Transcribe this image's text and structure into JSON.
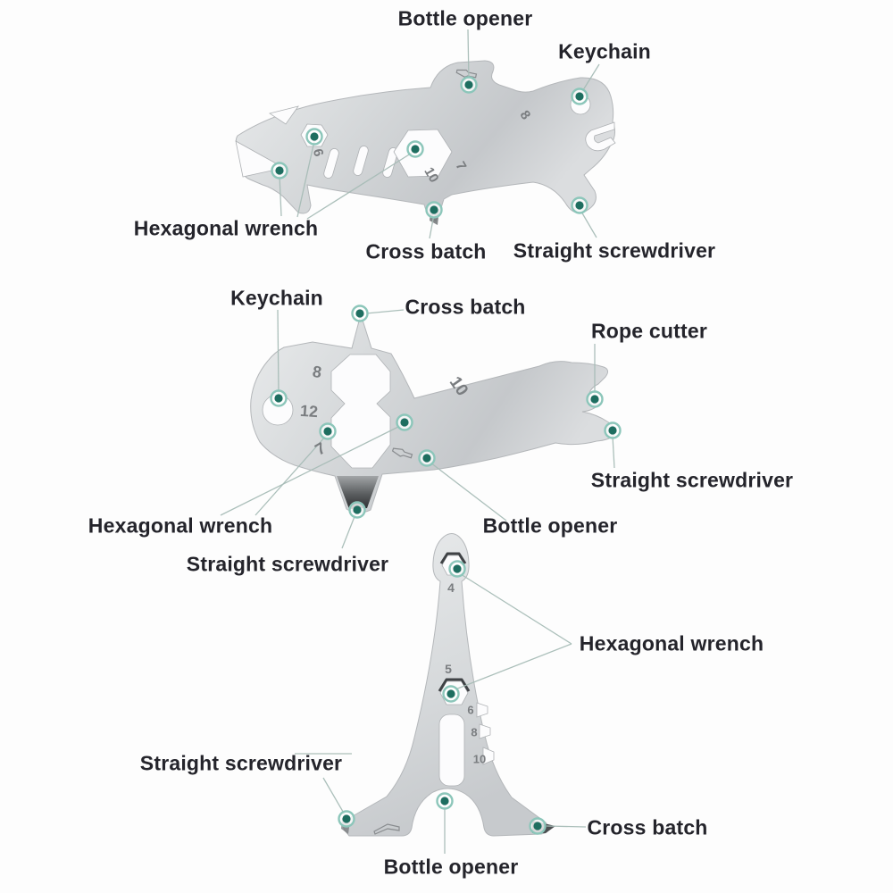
{
  "image_type": "annotated product diagram of three stainless multi-tool keychains",
  "colors": {
    "background": "#fdfdfd",
    "label_text": "#24242b",
    "marker_core": "#1e6e60",
    "marker_ring": "#8cc6ba",
    "leader_line": "#a7bcb6",
    "metal_light": "#e8eaeb",
    "metal_dark": "#c4c7ca",
    "etched_text": "#7a7d80"
  },
  "tools": {
    "shark": {
      "labels": {
        "bottle_opener": "Bottle opener",
        "keychain": "Keychain",
        "hexagonal_wrench": "Hexagonal wrench",
        "cross_batch": "Cross batch",
        "straight_screwdriver": "Straight screwdriver"
      },
      "etched_numbers": [
        "6",
        "10",
        "7",
        "8"
      ]
    },
    "whale": {
      "labels": {
        "keychain": "Keychain",
        "cross_batch": "Cross batch",
        "rope_cutter": "Rope cutter",
        "straight_screwdriver_tail": "Straight screwdriver",
        "hexagonal_wrench": "Hexagonal wrench",
        "straight_screwdriver_fin": "Straight screwdriver",
        "bottle_opener": "Bottle opener"
      },
      "etched_numbers": [
        "8",
        "12",
        "7",
        "10"
      ]
    },
    "eiffel_tower": {
      "labels": {
        "hexagonal_wrench": "Hexagonal wrench",
        "straight_screwdriver": "Straight screwdriver",
        "cross_batch": "Cross batch",
        "bottle_opener": "Bottle opener"
      },
      "etched_numbers": [
        "4",
        "5",
        "6",
        "8",
        "10"
      ]
    }
  }
}
